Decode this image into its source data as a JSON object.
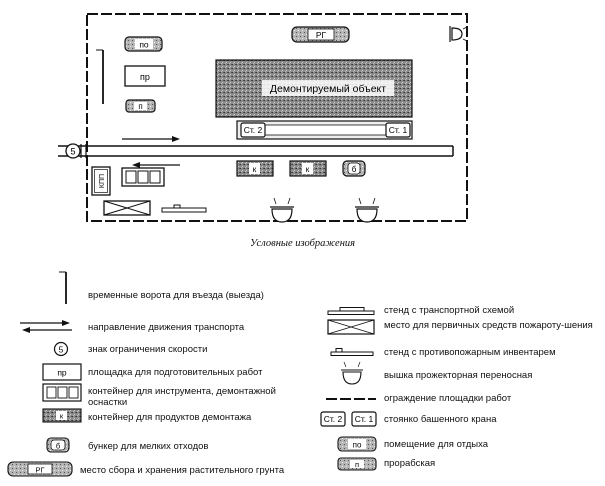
{
  "plan": {
    "object_label": "Демонтируемый объект",
    "rg": "РГ",
    "po": "по",
    "pr": "пр",
    "p": "п",
    "k": "к",
    "b": "б",
    "st2": "Ст. 2",
    "st1": "Ст. 1",
    "speed": "5",
    "kpp": "КПП"
  },
  "caption": "Условные изображения",
  "legend": {
    "gate": "временные ворота для въезда (выезда)",
    "traffic": "направление движения транспорта",
    "speed": "знак ограничения скорости",
    "prep_area": "площадка для подготовительных работ",
    "tool_container": "контейнер для инструмента, демонтажной оснастки",
    "product_container": "контейнер для продуктов демонтажа",
    "bunker": "бункер для мелких отходов",
    "soil": "место сбора и хранения растительного грунта",
    "transport_stand": "стенд с транспортной схемой",
    "fire_place": "место для первичных средств пожароту-шения",
    "fire_stand": "стенд с противопожарным инвентарем",
    "tower": "вышка прожекторная переносная",
    "fence": "ограждение площадки работ",
    "crane": "стоянко башенного крана",
    "rest": "помещение для отдыха",
    "office": "прорабская"
  },
  "legend_symbols": {
    "pr": "пр",
    "k": "к",
    "b": "б",
    "rg": "РГ",
    "st2": "Ст. 2",
    "st1": "Ст. 1",
    "po": "по",
    "p": "п",
    "speed": "5"
  }
}
